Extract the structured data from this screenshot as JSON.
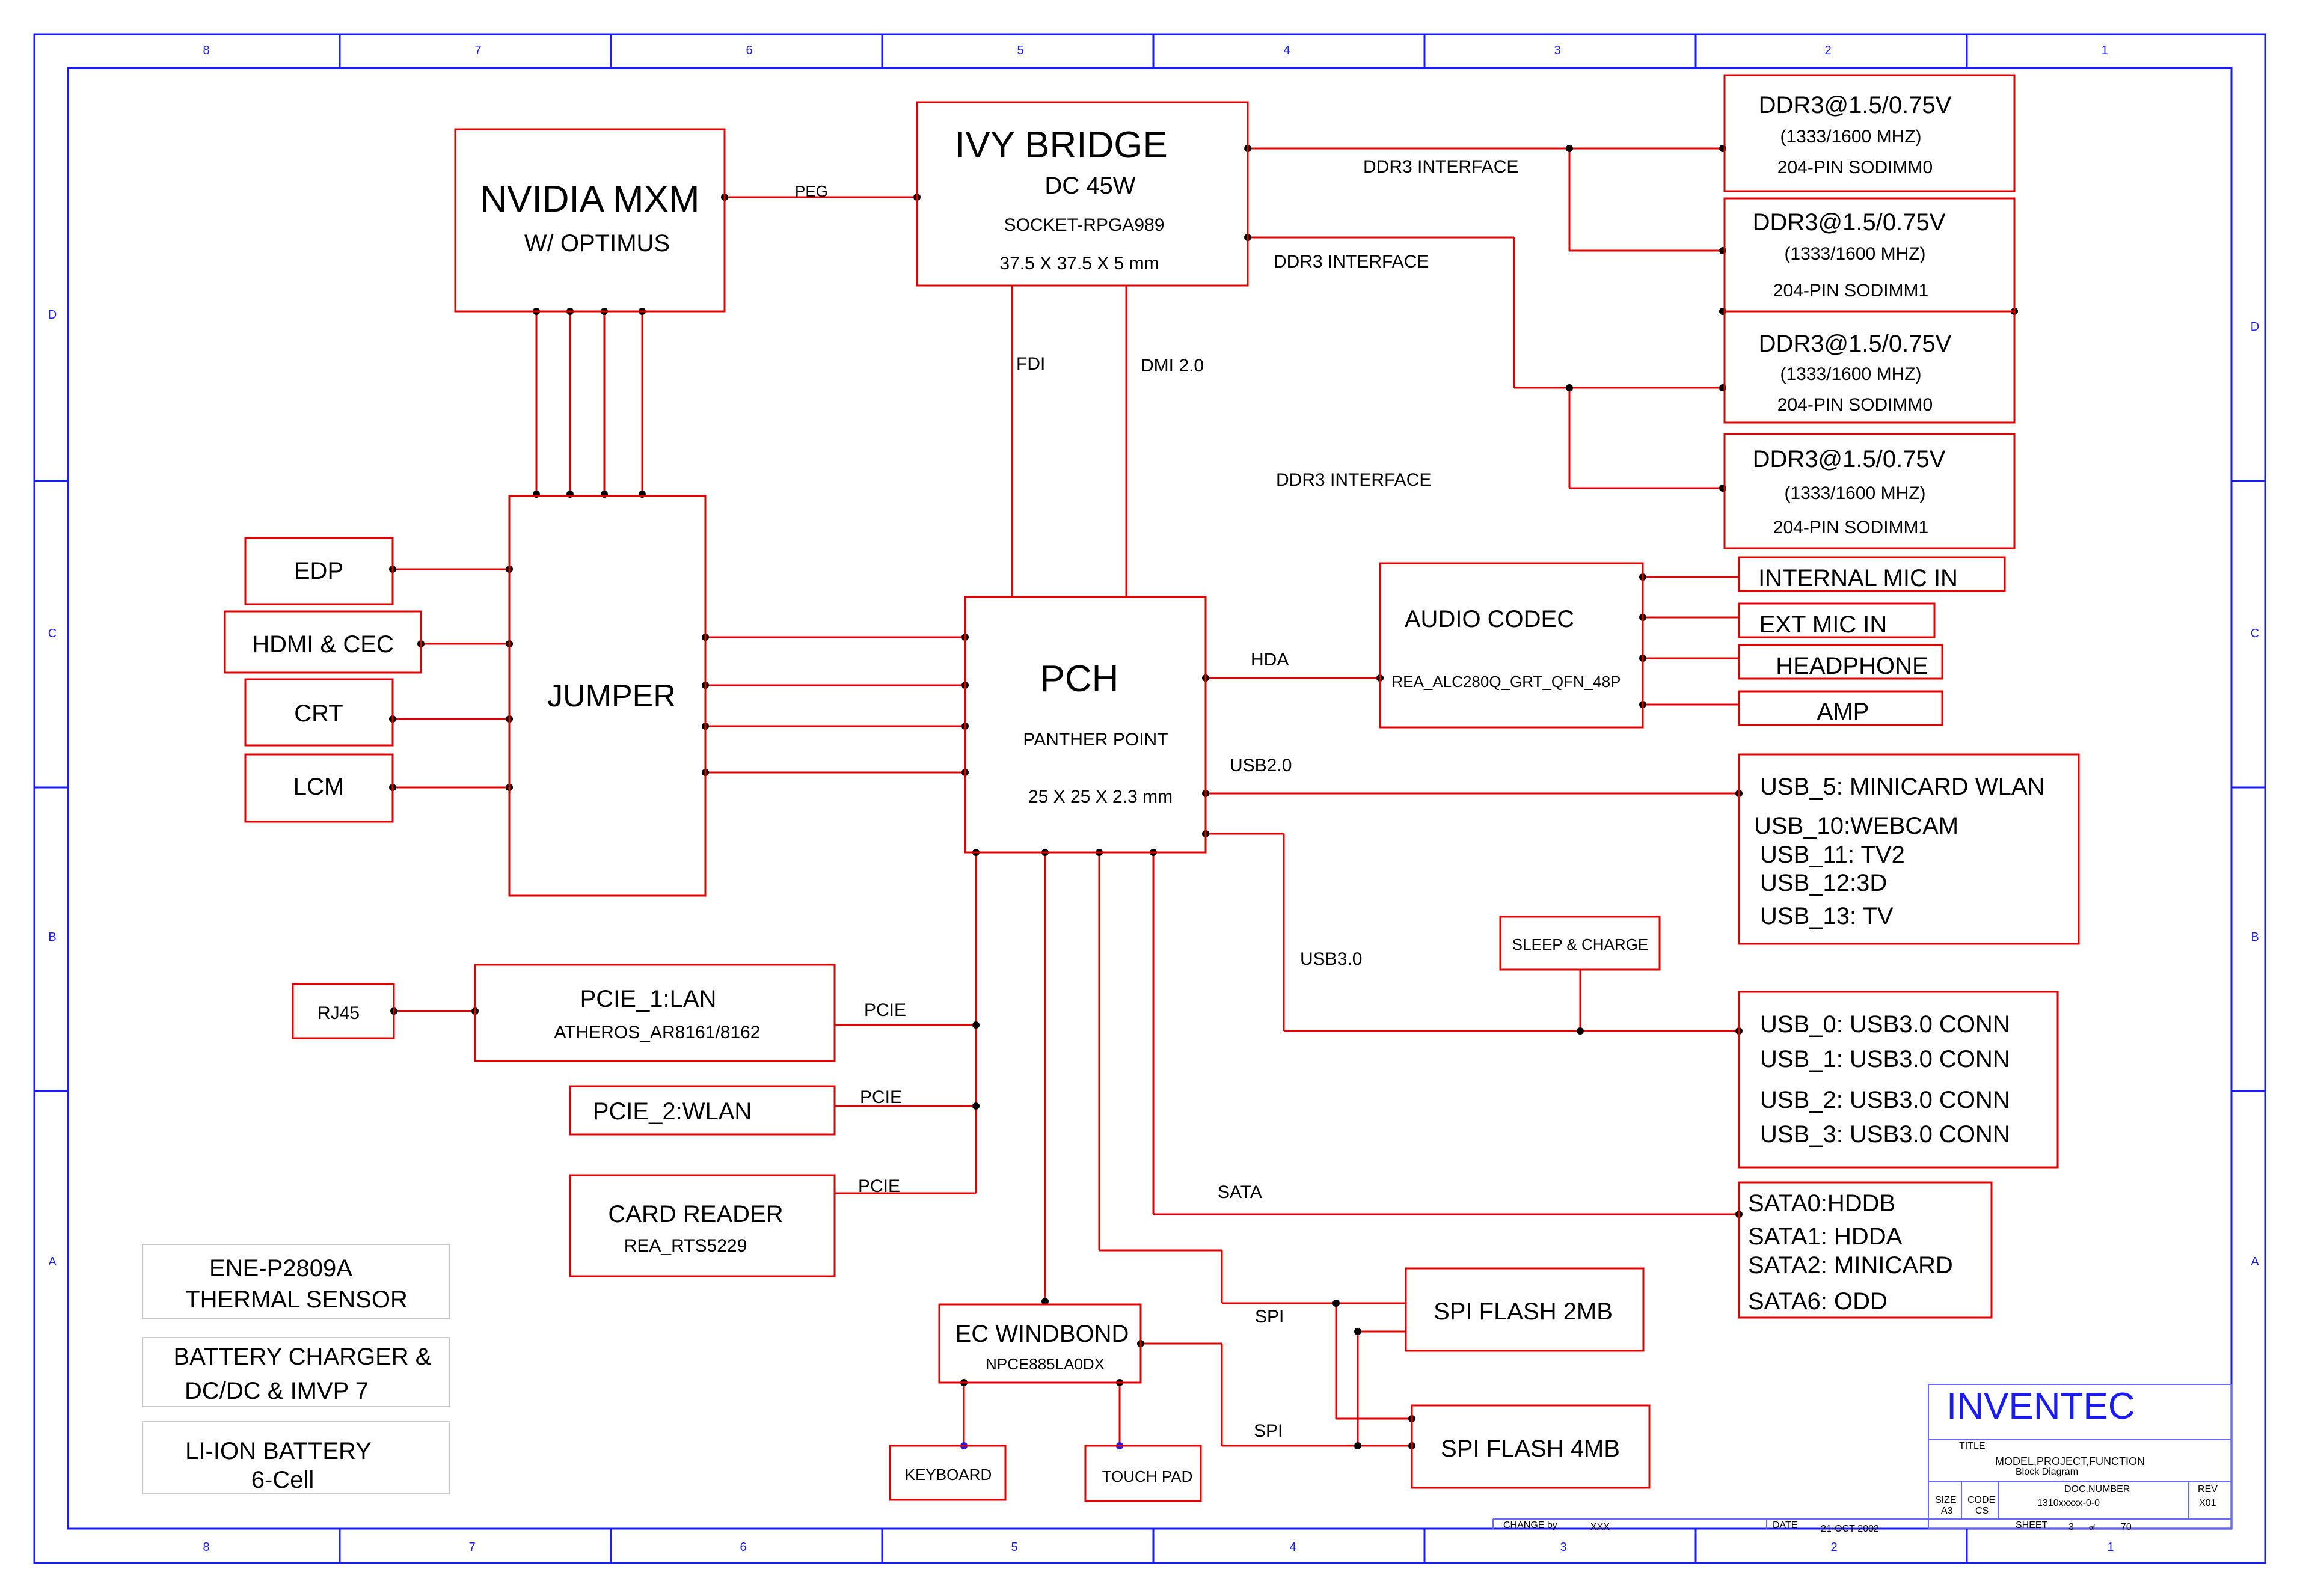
{
  "border": {
    "columns": [
      "8",
      "7",
      "6",
      "5",
      "4",
      "3",
      "2",
      "1"
    ],
    "rows": [
      "D",
      "C",
      "B",
      "A"
    ]
  },
  "blocks": {
    "nvidia": {
      "title": "NVIDIA MXM",
      "sub": "W/ OPTIMUS"
    },
    "ivy": {
      "title": "IVY BRIDGE",
      "l1": "DC 45W",
      "l2": "SOCKET-RPGA989",
      "l3": "37.5 X 37.5 X 5 mm"
    },
    "ddr": [
      {
        "l1": "DDR3@1.5/0.75V",
        "l2": "(1333/1600 MHZ)",
        "l3": "204-PIN SODIMM0"
      },
      {
        "l1": "DDR3@1.5/0.75V",
        "l2": "(1333/1600 MHZ)",
        "l3": "204-PIN SODIMM1"
      },
      {
        "l1": "DDR3@1.5/0.75V",
        "l2": "(1333/1600 MHZ)",
        "l3": "204-PIN SODIMM0"
      },
      {
        "l1": "DDR3@1.5/0.75V",
        "l2": "(1333/1600 MHZ)",
        "l3": "204-PIN SODIMM1"
      }
    ],
    "edp": "EDP",
    "hdmi": "HDMI & CEC",
    "crt": "CRT",
    "lcm": "LCM",
    "jumper": "JUMPER",
    "pch": {
      "title": "PCH",
      "l1": "PANTHER POINT",
      "l2": "25 X 25 X 2.3 mm"
    },
    "audio": {
      "title": "AUDIO CODEC",
      "sub": "REA_ALC280Q_GRT_QFN_48P"
    },
    "mic_in": "INTERNAL MIC IN",
    "ext_mic": "EXT MIC IN",
    "headphone": "HEADPHONE",
    "amp": "AMP",
    "usb2_list": [
      "USB_5: MINICARD WLAN",
      "USB_10:WEBCAM",
      "USB_11: TV2",
      "USB_12:3D",
      "USB_13: TV"
    ],
    "sleep_charge": "SLEEP & CHARGE",
    "usb3_list": [
      "USB_0: USB3.0 CONN",
      "USB_1: USB3.0 CONN",
      "USB_2: USB3.0 CONN",
      "USB_3: USB3.0 CONN"
    ],
    "sata_list": [
      "SATA0:HDDB",
      "SATA1: HDDA",
      "SATA2: MINICARD",
      "SATA6: ODD"
    ],
    "rj45": "RJ45",
    "lan": {
      "title": "PCIE_1:LAN",
      "sub": "ATHEROS_AR8161/8162"
    },
    "wlan": "PCIE_2:WLAN",
    "card": {
      "title": "CARD READER",
      "sub": "REA_RTS5229"
    },
    "ec": {
      "title": "EC WINDBOND",
      "sub": "NPCE885LA0DX"
    },
    "keyboard": "KEYBOARD",
    "touchpad": "TOUCH PAD",
    "spi2": "SPI FLASH 2MB",
    "spi4": "SPI FLASH 4MB",
    "thermal": {
      "l1": "ENE-P2809A",
      "l2": "THERMAL SENSOR"
    },
    "charger": {
      "l1": "BATTERY CHARGER &",
      "l2": "DC/DC & IMVP 7"
    },
    "battery": {
      "l1": "LI-ION BATTERY",
      "l2": "6-Cell"
    }
  },
  "signals": {
    "peg": "PEG",
    "ddr3_a": "DDR3 INTERFACE",
    "ddr3_b": "DDR3 INTERFACE",
    "ddr3_c": "DDR3 INTERFACE",
    "fdi": "FDI",
    "dmi": "DMI 2.0",
    "hda": "HDA",
    "usb2": "USB2.0",
    "usb3": "USB3.0",
    "sata": "SATA",
    "pcie1": "PCIE",
    "pcie2": "PCIE",
    "pcie3": "PCIE",
    "spi1": "SPI",
    "spi2": "SPI"
  },
  "title_block": {
    "company": "INVENTEC",
    "title_label": "TITLE",
    "title": "MODEL,PROJECT,FUNCTION",
    "subtitle": "Block Diagram",
    "size_label": "SIZE",
    "size": "A3",
    "code_label": "CODE",
    "code": "CS",
    "doc_label": "DOC.NUMBER",
    "doc": "1310xxxxx-0-0",
    "rev_label": "REV",
    "rev": "X01",
    "change_label": "CHANGE by",
    "change": "XXX",
    "date_label": "DATE",
    "date": "21-OCT-2002",
    "sheet_label": "SHEET",
    "sheet": "3",
    "of_label": "of",
    "of": "70"
  }
}
